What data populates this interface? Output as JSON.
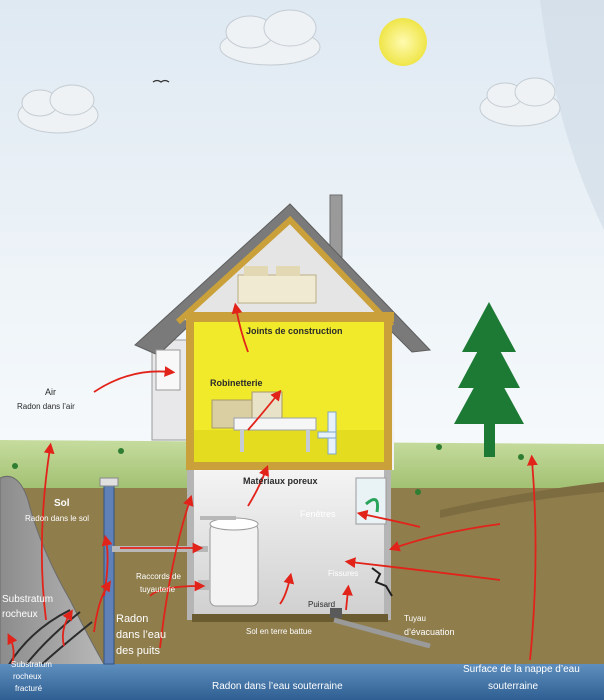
{
  "labels": {
    "joints": "Joints de construction",
    "robinetterie": "Robinetterie",
    "air": "Air",
    "radon_air": "Radon dans l’air",
    "materiaux": "Matériaux poreux",
    "fenetres": "Fenêtres",
    "sol": "Sol",
    "radon_sol": "Radon dans le sol",
    "raccords_1": "Raccords de",
    "raccords_2": "tuyauterie",
    "fissures": "Fissures",
    "substratum_1": "Substratum",
    "substratum_2": "rocheux",
    "radon_puits_1": "Radon",
    "radon_puits_2": "dans l’eau",
    "radon_puits_3": "des puits",
    "puisard": "Puisard",
    "tuyau_1": "Tuyau",
    "tuyau_2": "d’évacuation",
    "sol_terre": "Sol en terre battue",
    "substratum_fr_1": "Substratum",
    "substratum_fr_2": "rocheux",
    "substratum_fr_3": "fracturé",
    "radon_eau": "Radon dans l’eau souterraine",
    "nappe_1": "Surface de la nappe d’eau",
    "nappe_2": "souterraine"
  },
  "colors": {
    "sky": "#e6eff6",
    "grass": "#a9c87c",
    "soil": "#8f7d4c",
    "water": "#3f72a6",
    "lit_room": "#f1ea2a",
    "roof": "#7a7a7a",
    "timber": "#c9a03a",
    "radon_arrow": "#e2231a",
    "tree": "#1d7a35",
    "sun": "#f6f062"
  }
}
